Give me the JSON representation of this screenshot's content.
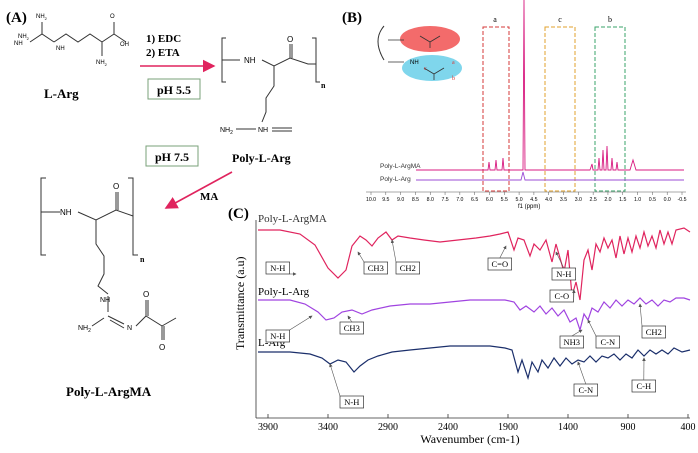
{
  "panelA": {
    "label": "(A)",
    "larg": {
      "name": "L-Arg",
      "nh2_top": "NH",
      "nh2_top_sub": "2",
      "nh_left": "NH",
      "nh2_left": "NH",
      "nh2_left_sub": "2",
      "nh_chain": "NH",
      "nh2_alpha": "NH",
      "nh2_alpha_sub": "2",
      "o": "O",
      "oh": "OH"
    },
    "step1": "1)  EDC",
    "step2": "2)  ETA",
    "ph_box_1": "pH 5.5",
    "poly": {
      "name": "Poly-L-Arg",
      "nh": "NH",
      "o": "O",
      "n_sub": "n",
      "bottom_nh2": "NH",
      "bottom_nh2_sub": "2",
      "bottom_nh": "NH"
    },
    "ph_box_2": "pH 7.5",
    "ma_label": "MA",
    "argma": {
      "name": "Poly-L-ArgMA",
      "nh": "NH",
      "o": "O",
      "n_sub": "n",
      "nh_side": "NH",
      "nh2": "NH",
      "nh2_sub": "2",
      "n": "N",
      "o1": "O",
      "o2": "O"
    }
  },
  "panelB": {
    "label": "(B)",
    "box_labels": [
      "a",
      "c",
      "b"
    ],
    "box_colors": [
      "#d63a3a",
      "#e2a22c",
      "#3aa36a"
    ],
    "legend": [
      "Poly-L-ArgMA",
      "Poly-L-Arg"
    ],
    "series_colors": [
      "#d81b80",
      "#9b4dd6"
    ],
    "x_ticks": [
      "10.0",
      "9.5",
      "9.0",
      "8.5",
      "8.0",
      "7.5",
      "7.0",
      "6.5",
      "6.0",
      "5.5",
      "5.0",
      "4.5",
      "4.0",
      "3.5",
      "3.0",
      "2.5",
      "2.0",
      "1.5",
      "1.0",
      "0.5",
      "0.0",
      "-0.5"
    ],
    "x_label": "f1 (ppm)",
    "inset_nh": "NH",
    "inset_a": "a",
    "inset_b": "b",
    "inset_c": "c"
  },
  "panelC": {
    "label": "(C)",
    "series": [
      {
        "name": "Poly-L-ArgMA",
        "color": "#e0245e"
      },
      {
        "name": "Poly-L-Arg",
        "color": "#a044e0"
      },
      {
        "name": "L-Arg",
        "color": "#1b2f6b"
      }
    ],
    "annotations": {
      "argma": [
        "N-H",
        "CH3",
        "CH2",
        "C=O",
        "N-H",
        "C-O"
      ],
      "arg": [
        "N-H",
        "CH3",
        "NH3",
        "C-N",
        "CH2"
      ],
      "larg": [
        "N-H",
        "C-N",
        "C-H"
      ]
    },
    "x_ticks": [
      "3900",
      "3400",
      "2900",
      "2400",
      "1900",
      "1400",
      "900",
      "400"
    ],
    "x_label": "Wavenumber (cm-1)",
    "y_label": "Transmittance (a.u)"
  }
}
